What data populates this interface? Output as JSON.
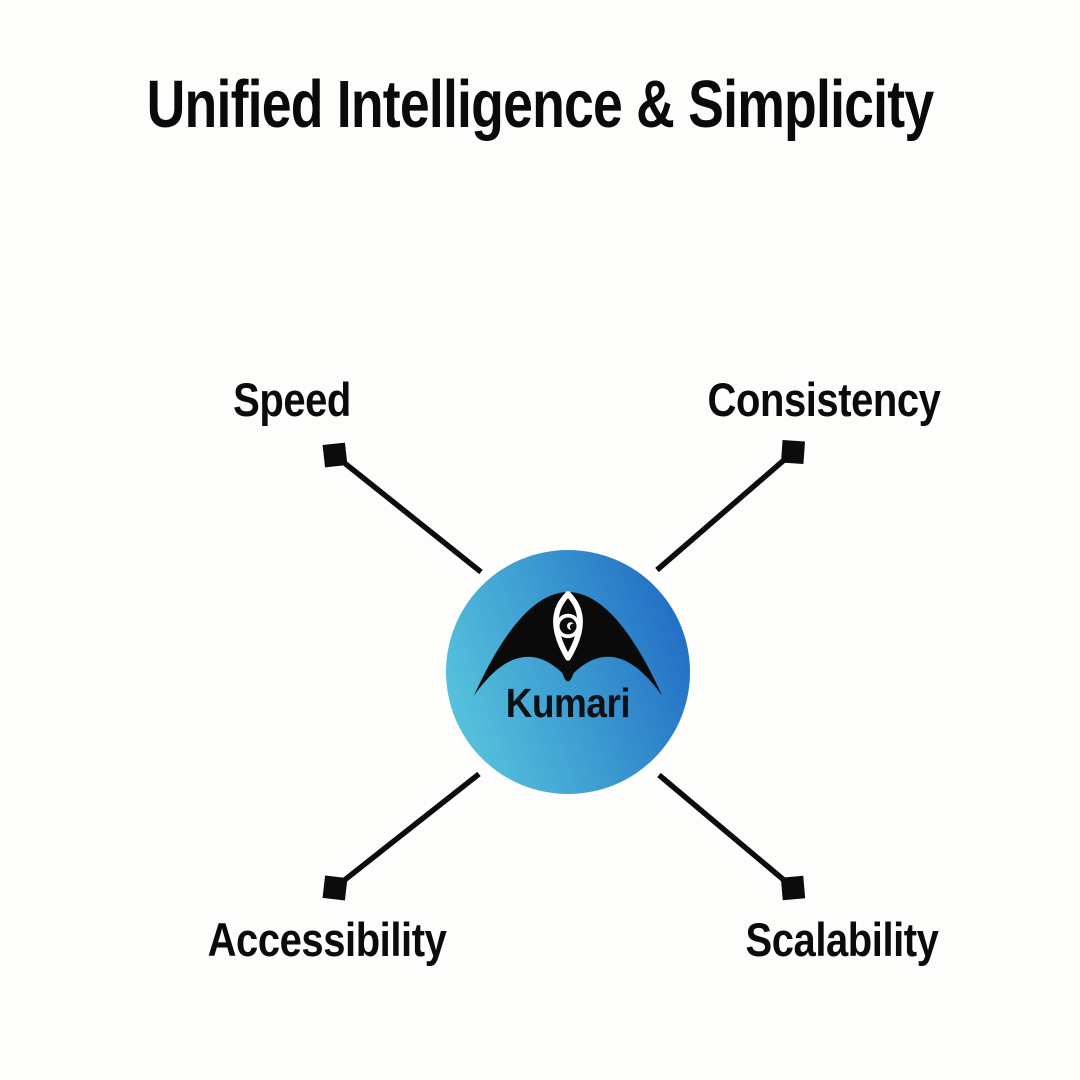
{
  "title": "Unified Intelligence & Simplicity",
  "hub": {
    "label": "Kumari",
    "logo": "bat-eye-logo",
    "gradient_start": "#5ECCDF",
    "gradient_end": "#1C64C2"
  },
  "nodes": [
    {
      "label": "Speed",
      "position": "top-left"
    },
    {
      "label": "Consistency",
      "position": "top-right"
    },
    {
      "label": "Accessibility",
      "position": "bottom-left"
    },
    {
      "label": "Scalability",
      "position": "bottom-right"
    }
  ],
  "colors": {
    "background": "#FDFDFB",
    "text": "#0A0A0A",
    "connector": "#0C0C0C"
  }
}
